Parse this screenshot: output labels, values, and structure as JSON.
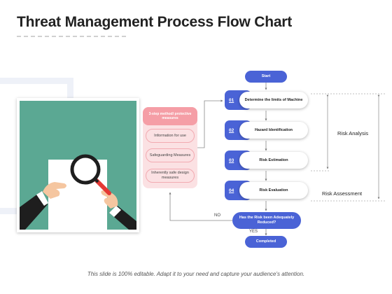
{
  "slide": {
    "title": "Threat Management Process Flow Chart",
    "footer": "This slide is 100% editable. Adapt it to your need and capture your audience's attention."
  },
  "methods": {
    "heading": "3-step method/ protective measures",
    "items": [
      "Information for use",
      "Safeguarding Measures",
      "Inherently safe design measures"
    ]
  },
  "flow": {
    "start": "Start",
    "steps": [
      {
        "number": "01",
        "label": "Determine the limits of Machine"
      },
      {
        "number": "02",
        "label": "Hazard Identification"
      },
      {
        "number": "03",
        "label": "Risk Estimation"
      },
      {
        "number": "04",
        "label": "Risk Evaluation"
      }
    ],
    "decision": "Has the Risk been Adequately Reduced?",
    "yes_label": "YES",
    "no_label": "NO",
    "end": "Completed"
  },
  "side_labels": {
    "analysis": "Risk Analysis",
    "assessment": "Risk Assessment"
  },
  "colors": {
    "primary_blue": "#4a63d6",
    "pink_header": "#f59ea6",
    "pink_light": "#fbe1e3",
    "photo_bg": "#5ba893",
    "magnifier_handle": "#e53935"
  }
}
